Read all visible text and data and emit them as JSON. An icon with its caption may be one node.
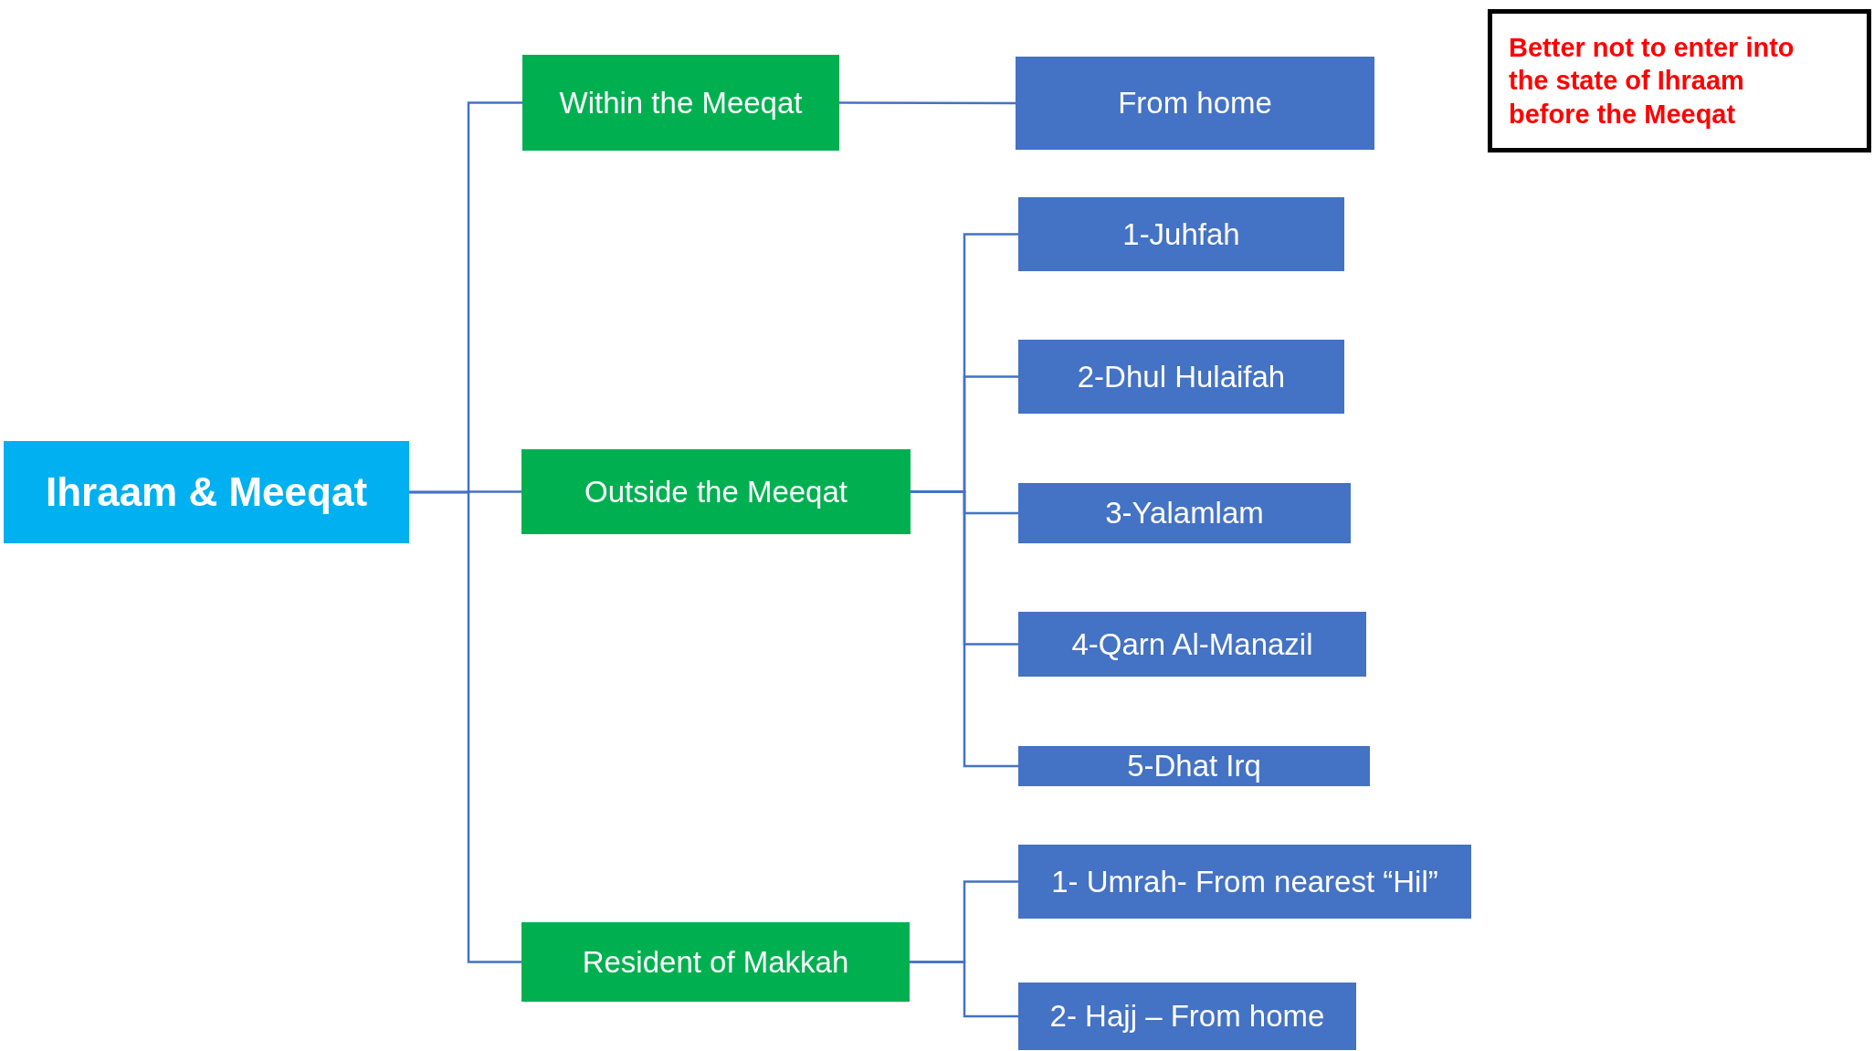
{
  "diagram": {
    "nodes": [
      {
        "text": [
          "Ihraam & Meeqat"
        ]
      },
      {
        "text": [
          "Within the Meeqat"
        ]
      },
      {
        "text": [
          "Outside the Meeqat"
        ]
      },
      {
        "text": [
          "Resident of Makkah"
        ]
      },
      {
        "text": [
          "From home"
        ]
      },
      {
        "text": [
          "1-Juhfah"
        ]
      },
      {
        "text": [
          "2-Dhul Hulaifah"
        ]
      },
      {
        "text": [
          "3-Yalamlam"
        ]
      },
      {
        "text": [
          "4-Qarn Al-Manazil"
        ]
      },
      {
        "text": [
          "5-Dhat Irq"
        ]
      },
      {
        "text": [
          "1- Umrah- From nearest “Hil”"
        ]
      },
      {
        "text": [
          "2- Hajj – From home"
        ]
      },
      {
        "text": [
          "Better not to enter into the state of Ihraam before the Meeqat"
        ]
      }
    ],
    "edges": [
      {
        "from": 0,
        "to": 1,
        "arrow": "none"
      },
      {
        "from": 0,
        "to": 2,
        "arrow": "none"
      },
      {
        "from": 0,
        "to": 3,
        "arrow": "none"
      },
      {
        "from": 1,
        "to": 4,
        "arrow": "none"
      },
      {
        "from": 2,
        "to": 5,
        "arrow": "none"
      },
      {
        "from": 2,
        "to": 6,
        "arrow": "none"
      },
      {
        "from": 2,
        "to": 7,
        "arrow": "none"
      },
      {
        "from": 2,
        "to": 8,
        "arrow": "none"
      },
      {
        "from": 2,
        "to": 9,
        "arrow": "none"
      },
      {
        "from": 3,
        "to": 10,
        "arrow": "none"
      },
      {
        "from": 3,
        "to": 11,
        "arrow": "none"
      }
    ]
  }
}
